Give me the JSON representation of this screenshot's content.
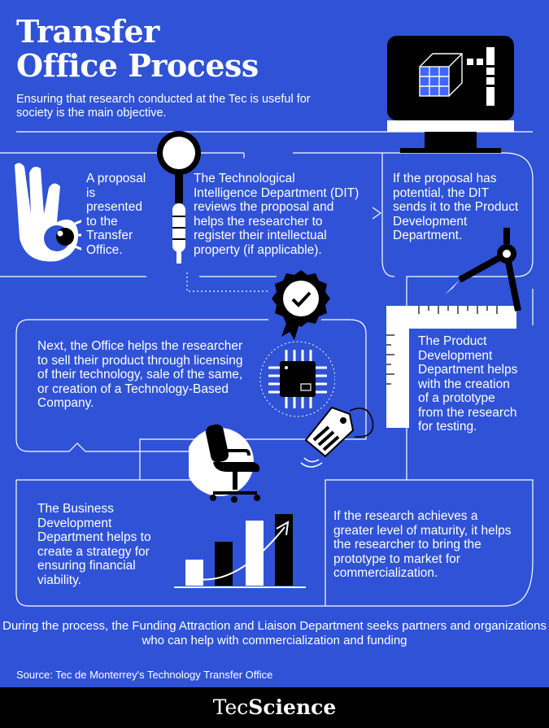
{
  "header": {
    "title_line1": "Transfer",
    "title_line2": "Office Process",
    "subtitle": "Ensuring that research conducted at the Tec is useful for society is the main objective."
  },
  "steps": [
    {
      "text": "A proposal is presented to the Transfer Office."
    },
    {
      "text": "The Technological Intelligence Department (DIT) reviews the proposal and helps the researcher to register their intellectual property (if applicable)."
    },
    {
      "text": "If the proposal has potential, the DIT sends it to the Product Development Department."
    },
    {
      "text": "The Product Development Department helps with the creation of a prototype from the research for testing."
    },
    {
      "text": "Next, the Office helps the researcher to sell their product through licensing of their technology, sale of the same, or creation of a Technology-Based Company."
    },
    {
      "text": "If the research achieves a greater level of maturity, it helps the researcher to bring the prototype to market for commercialization."
    },
    {
      "text": "The Business Development Department helps to create a strategy for ensuring financial viability."
    }
  ],
  "footer": {
    "note": "During the process, the Funding Attraction and Liaison Department seeks partners and organizations who can help with commercialization and funding",
    "source": "Source: Tec de Monterrey's Technology Transfer Office",
    "brand_light": "Tec",
    "brand_bold": "Science"
  },
  "colors": {
    "background": "#2f52d6",
    "ink": "#000000",
    "light": "#ffffff",
    "bar_bg": "#000000"
  },
  "icons": [
    "monitor-cube-icon",
    "okay-hand-icon",
    "magnifier-icon",
    "badge-check-icon",
    "microchip-icon",
    "price-tag-icon",
    "compass-ruler-icon",
    "office-chair-icon",
    "growth-chart-icon"
  ]
}
